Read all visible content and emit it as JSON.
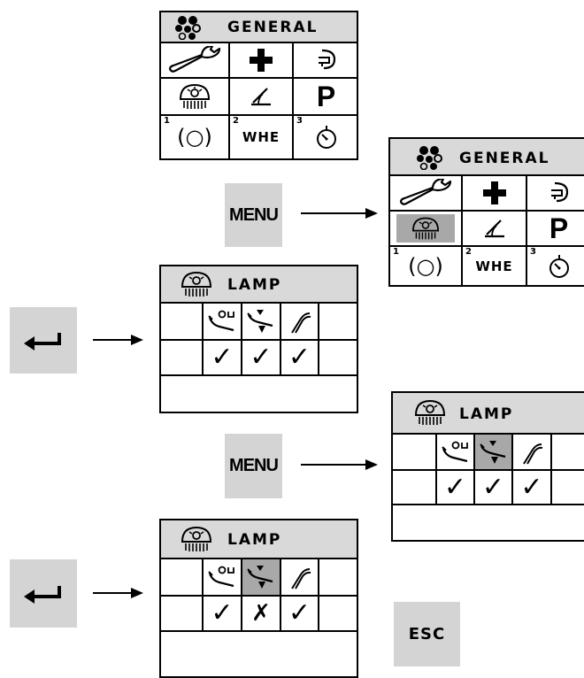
{
  "general_screens": [
    {
      "title": "GENERAL",
      "selected_cell": null,
      "grid_labels": {
        "park": "P",
        "program_1": "1",
        "program_2": "2",
        "program_3": "3",
        "program_2_text": "WHE"
      }
    },
    {
      "title": "GENERAL",
      "selected_cell": "lamp",
      "grid_labels": {
        "park": "P",
        "program_1": "1",
        "program_2": "2",
        "program_3": "3",
        "program_2_text": "WHE"
      }
    }
  ],
  "lamp_screens": [
    {
      "title": "LAMP",
      "selected_instrument": null,
      "states": [
        "check",
        "check",
        "check"
      ]
    },
    {
      "title": "LAMP",
      "selected_instrument": "instrument-2",
      "states": [
        "check",
        "check",
        "check"
      ]
    },
    {
      "title": "LAMP",
      "selected_instrument": "instrument-2",
      "states": [
        "check",
        "cross",
        "check"
      ]
    }
  ],
  "keys": {
    "menu_1": "MENU",
    "menu_2": "MENU",
    "esc": "ESC",
    "enter_1": "enter-icon",
    "enter_2": "enter-icon"
  }
}
